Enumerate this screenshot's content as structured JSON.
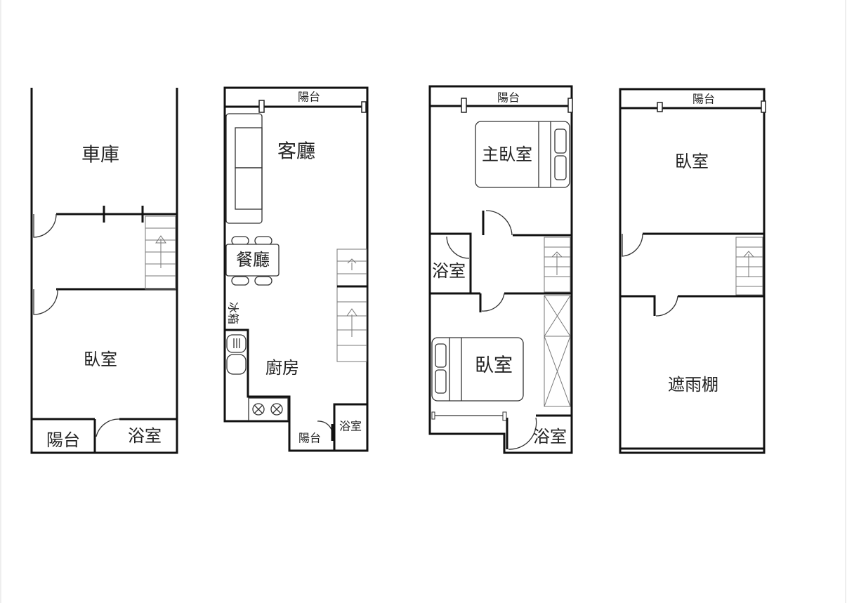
{
  "title": "Floor plan - 4 levels",
  "floors": [
    {
      "id": "floor-1",
      "rooms": {
        "garage": "車庫",
        "bedroom": "臥室",
        "balcony": "陽台",
        "bathroom": "浴室"
      }
    },
    {
      "id": "floor-2",
      "rooms": {
        "balcony_top": "陽台",
        "living_room": "客廳",
        "dining_room": "餐廳",
        "fridge": "冰箱",
        "kitchen": "廚房",
        "balcony_bottom": "陽台",
        "bathroom": "浴室"
      }
    },
    {
      "id": "floor-3",
      "rooms": {
        "balcony": "陽台",
        "master_bedroom": "主臥室",
        "bathroom_mid": "浴室",
        "bedroom": "臥室",
        "bathroom_bottom": "浴室"
      }
    },
    {
      "id": "floor-4",
      "rooms": {
        "balcony": "陽台",
        "bedroom": "臥室",
        "canopy": "遮雨棚"
      }
    }
  ]
}
